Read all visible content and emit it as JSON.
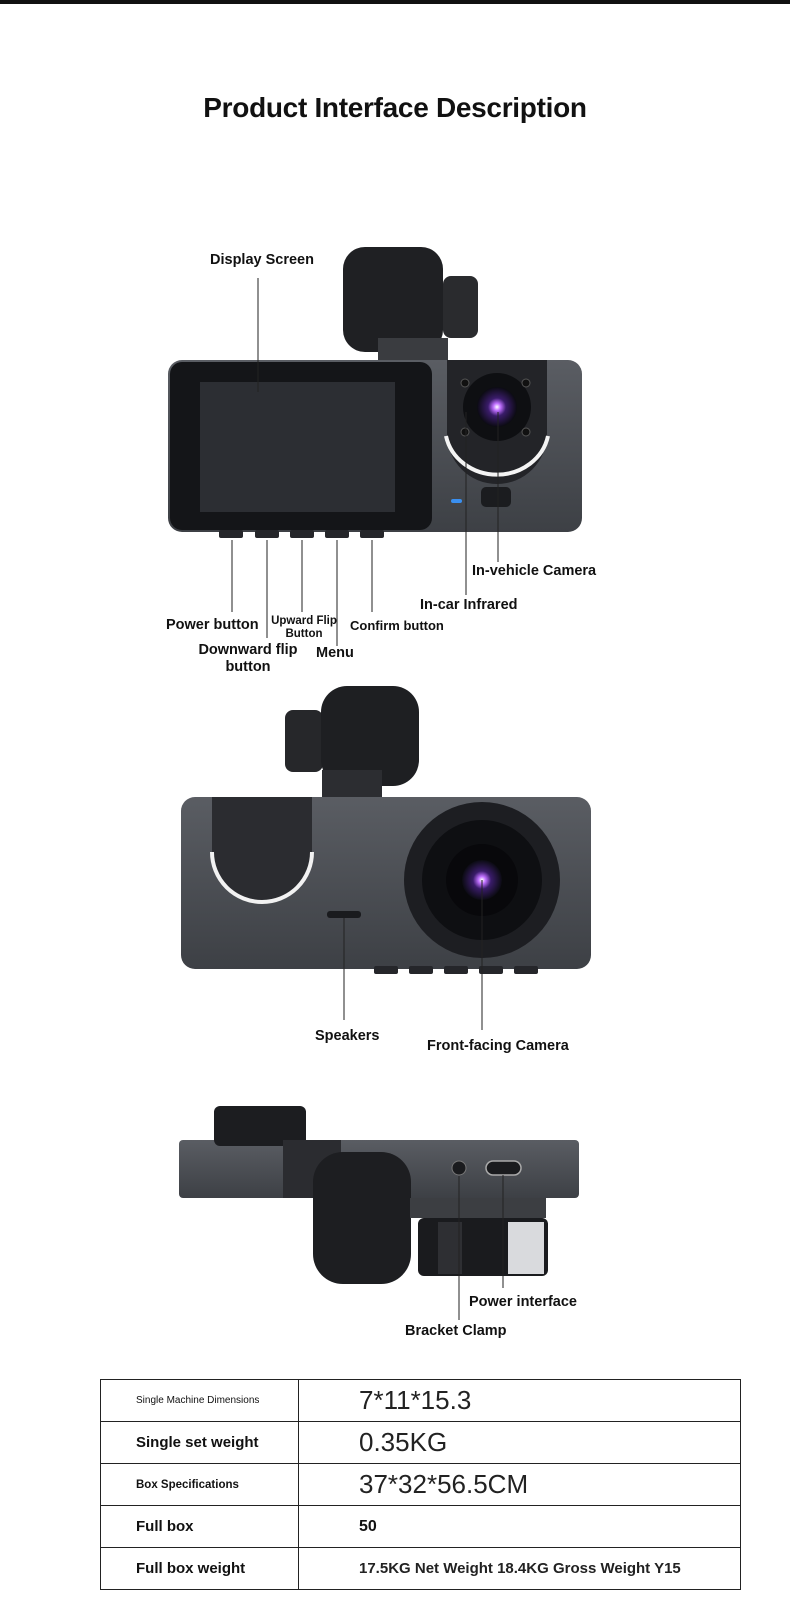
{
  "page": {
    "title": "Product Interface Description"
  },
  "views": {
    "back": {
      "display_screen": "Display Screen",
      "power_button": "Power button",
      "downward_flip": "Downward flip",
      "downward_flip_2": "button",
      "upward_flip": "Upward Flip",
      "upward_flip_2": "Button",
      "menu": "Menu",
      "confirm_button": "Confirm button",
      "in_car_infrared": "In-car Infrared",
      "in_vehicle_camera": "In-vehicle Camera"
    },
    "front": {
      "speakers": "Speakers",
      "front_camera": "Front-facing Camera"
    },
    "top": {
      "power_interface": "Power interface",
      "bracket_clamp": "Bracket Clamp"
    }
  },
  "specs": [
    {
      "key": "Single Machine Dimensions",
      "value": "7*11*15.3"
    },
    {
      "key": "Single set weight",
      "value": "0.35KG"
    },
    {
      "key": "Box Specifications",
      "value": "37*32*56.5CM"
    },
    {
      "key": "Full box",
      "value": "50"
    },
    {
      "key": "Full box weight",
      "value": "17.5KG Net Weight 18.4KG Gross Weight Y15"
    }
  ],
  "colors": {
    "body": "#4a4d52",
    "screen": "#2b2d31",
    "lens_glow": "#9b4de0"
  }
}
